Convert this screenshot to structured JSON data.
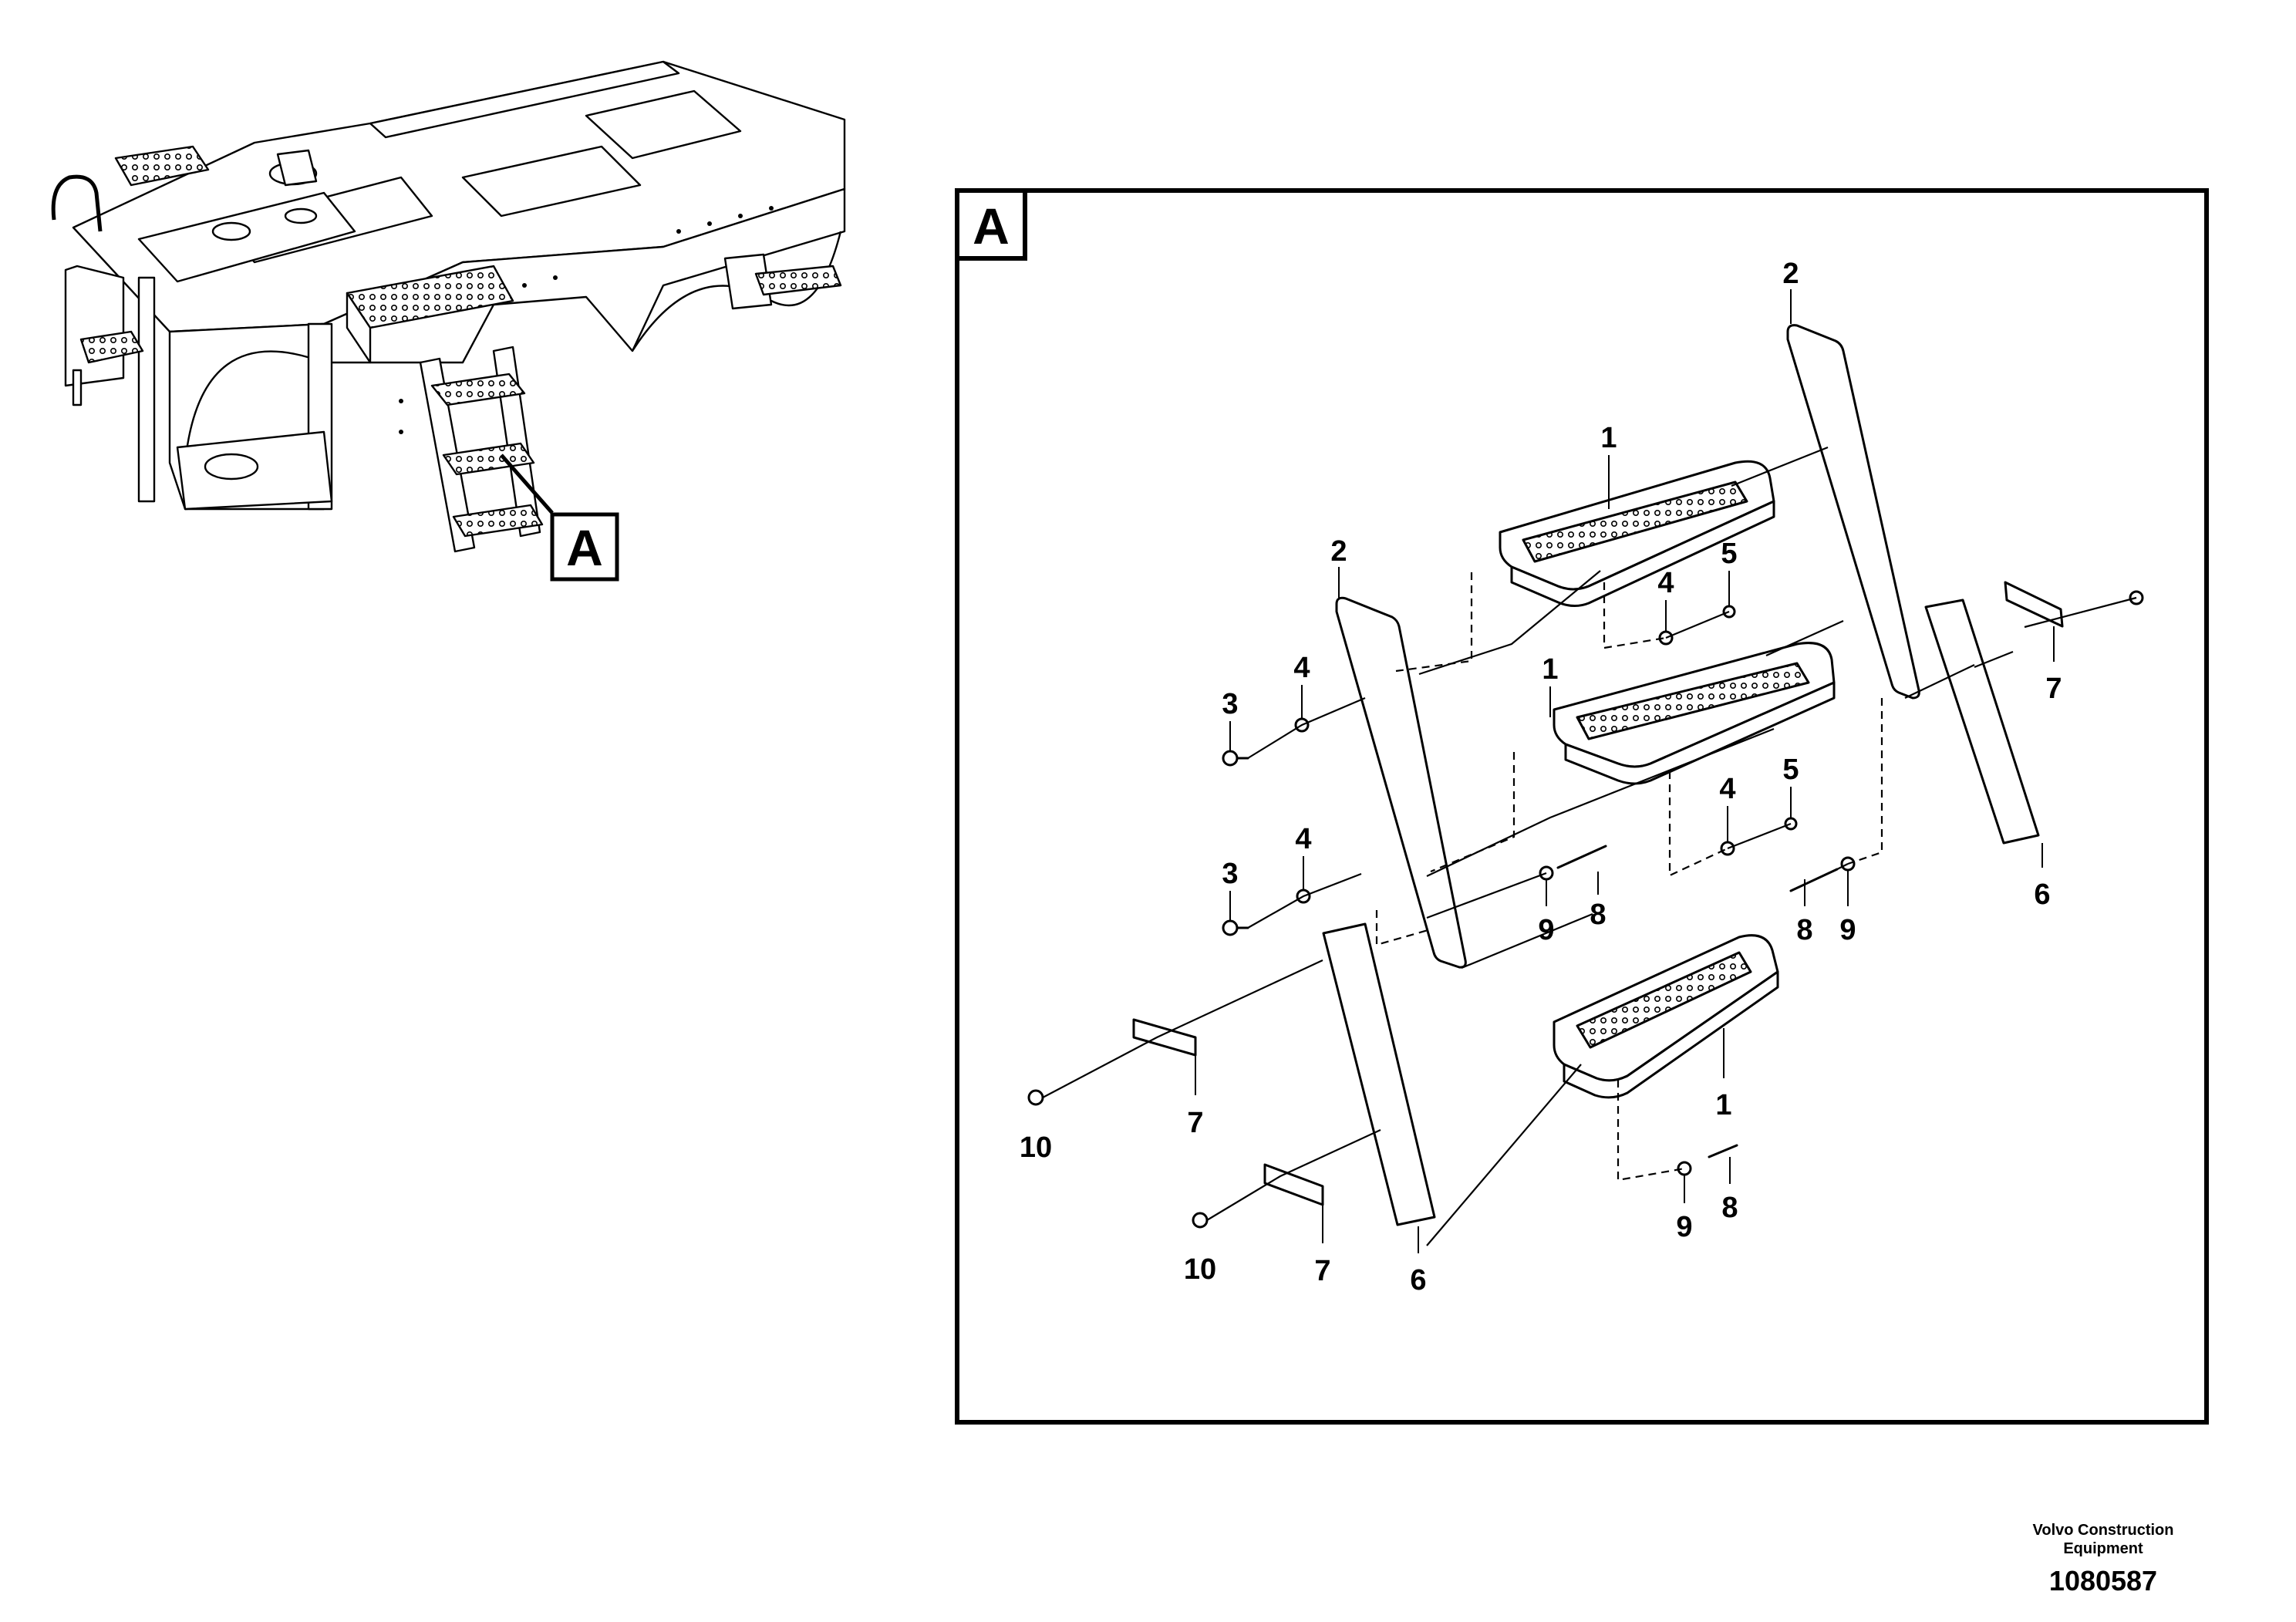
{
  "overview": {
    "callout_letter": "A"
  },
  "detail": {
    "frame_letter": "A",
    "part_labels": [
      {
        "id": "step-upper",
        "text": "1"
      },
      {
        "id": "step-middle",
        "text": "1"
      },
      {
        "id": "step-lower",
        "text": "1"
      },
      {
        "id": "plate-right",
        "text": "2"
      },
      {
        "id": "plate-left",
        "text": "2"
      },
      {
        "id": "bolt-3a",
        "text": "3"
      },
      {
        "id": "bolt-3b",
        "text": "3"
      },
      {
        "id": "washer-4a",
        "text": "4"
      },
      {
        "id": "washer-4b",
        "text": "4"
      },
      {
        "id": "washer-4c",
        "text": "4"
      },
      {
        "id": "washer-4d",
        "text": "4"
      },
      {
        "id": "nut-5a",
        "text": "5"
      },
      {
        "id": "nut-5b",
        "text": "5"
      },
      {
        "id": "bracket-6-right",
        "text": "6"
      },
      {
        "id": "bracket-6-left",
        "text": "6"
      },
      {
        "id": "strip-7-right",
        "text": "7"
      },
      {
        "id": "strip-7-a",
        "text": "7"
      },
      {
        "id": "strip-7-b",
        "text": "7"
      },
      {
        "id": "screw-8a",
        "text": "8"
      },
      {
        "id": "screw-8b",
        "text": "8"
      },
      {
        "id": "screw-8c",
        "text": "8"
      },
      {
        "id": "washer-9a",
        "text": "9"
      },
      {
        "id": "washer-9b",
        "text": "9"
      },
      {
        "id": "washer-9c",
        "text": "9"
      },
      {
        "id": "nut-10a",
        "text": "10"
      },
      {
        "id": "nut-10b",
        "text": "10"
      }
    ]
  },
  "credit": {
    "line1": "Volvo Construction",
    "line2": "Equipment",
    "number": "1080587"
  }
}
